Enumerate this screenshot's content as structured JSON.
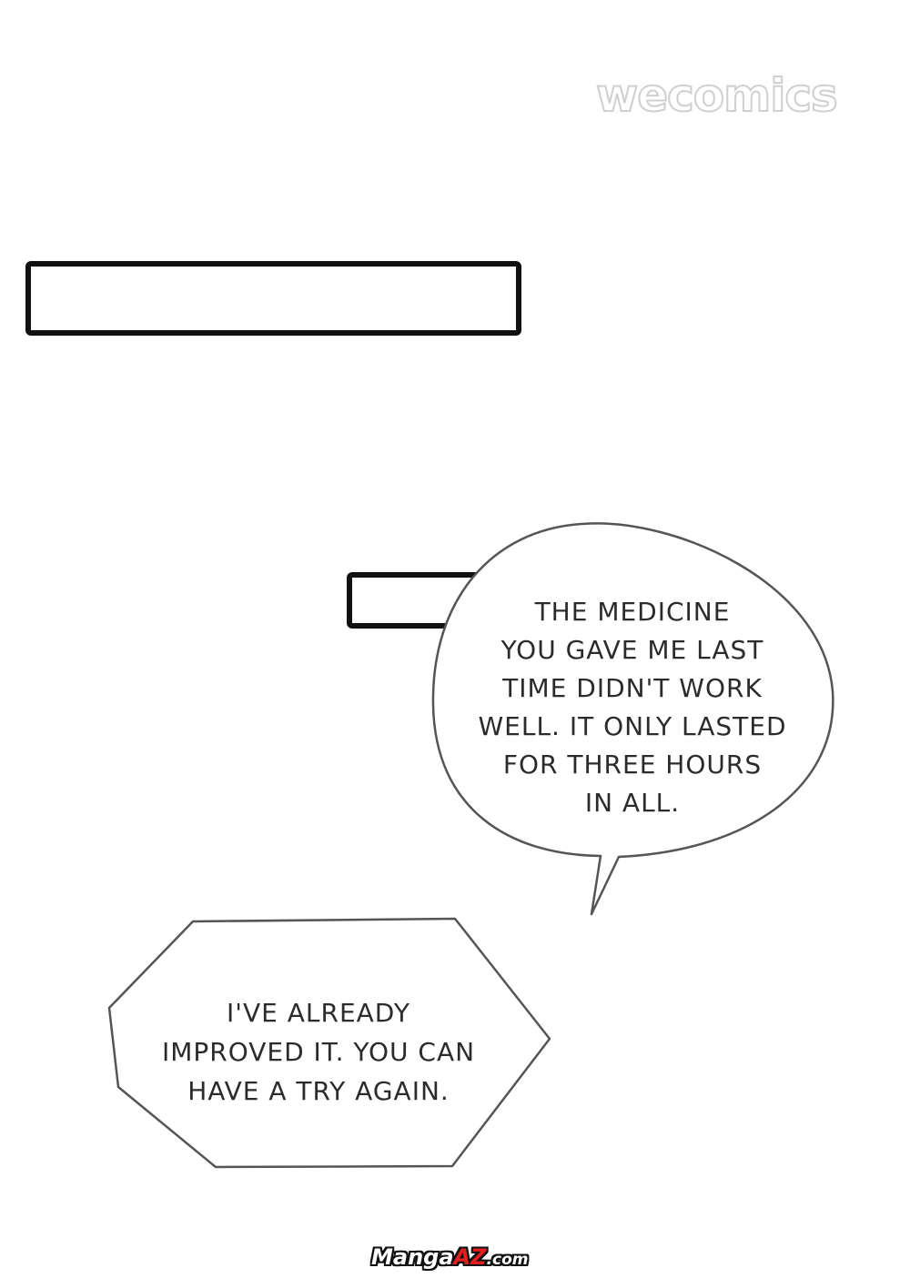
{
  "watermark": {
    "text": "wecomics"
  },
  "speech_bubble": {
    "text": "THE MEDICINE\nYOU GAVE ME LAST\nTIME DIDN'T WORK\nWELL. IT ONLY LASTED\nFOR THREE HOURS\nIN ALL."
  },
  "hexagon_bubble": {
    "text": "I'VE ALREADY\nIMPROVED IT. YOU CAN\nHAVE A TRY AGAIN."
  },
  "site_logo": {
    "prefix": "Manga",
    "accent": "AZ",
    "suffix": ".com",
    "accent_color": "#e02020"
  },
  "colors": {
    "background": "#ffffff",
    "ink": "#111111",
    "bubble_outline": "#555555",
    "text": "#2b2b2b"
  }
}
